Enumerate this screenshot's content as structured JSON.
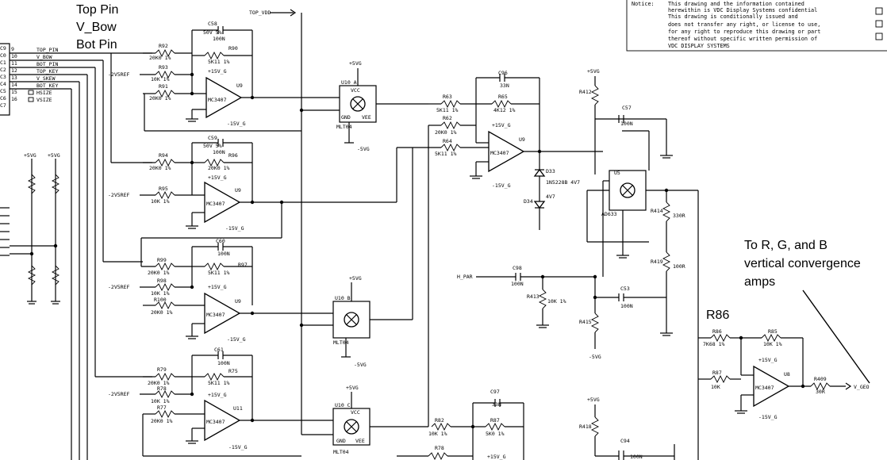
{
  "labels": {
    "top_pin": "Top Pin",
    "v_bow": "V_Bow",
    "bot_pin": "Bot Pin",
    "r86_big": "R86",
    "rgb_1": "To R, G, and B",
    "rgb_2": "vertical convergence",
    "rgb_3": "amps"
  },
  "notice": {
    "head": "Notice:",
    "lines": [
      "This drawing and the information contained",
      "herewithin is VDC Display Systems confidential",
      "This drawing is conditionally issued and",
      "does not transfer any right, or license to use,",
      "for any right to reproduce this drawing or part",
      "thereof without specific written permission of",
      "VDC DISPLAY SYSTEMS"
    ]
  },
  "nets": {
    "top_vdd": "TOP_VDD",
    "h_par": "H_PAR",
    "v_geo": "V_GEO",
    "v5vref": "-2V5REF",
    "p5vg": "+5VG",
    "m5vg": "-5VG",
    "p15": "+15V_G",
    "m15": "-15V_G"
  },
  "connector": {
    "signals": [
      "TOP_PIN",
      "V_BOW",
      "BOT_PIN",
      "TOP_KEY",
      "V_SKEW",
      "BOT_KEY",
      "HSIZE",
      "VSIZE"
    ],
    "pins": [
      "9",
      "10",
      "11",
      "12",
      "13",
      "14",
      "15",
      "16"
    ],
    "edge": [
      "C9",
      "C0",
      "C1",
      "C2",
      "C3",
      "C4",
      "C5",
      "C6",
      "C7"
    ]
  },
  "opamp": {
    "label": "MC3407",
    "u9": "U9",
    "u11": "U11",
    "u8": "U8"
  },
  "mult": {
    "name": "MLT04",
    "vcc": "VCC",
    "gnd": "GND",
    "vee": "VEE",
    "u10a": "U10 A",
    "u10b": "U10 B",
    "u10c": "U10 C",
    "u5": "U5",
    "ad633": "AD633"
  },
  "parts": {
    "r92": "R92",
    "r92v": "20K0 1%",
    "r93": "R93",
    "r93v": "10K 1%",
    "r91": "R91",
    "r91v": "20K0 1%",
    "c58": "C58",
    "c58v": "50V 5%",
    "c58c": "100N",
    "r90": "R90",
    "r90v": "5K11 1%",
    "r94": "R94",
    "r94v": "20K0 1%",
    "r95": "R95",
    "r95v": "10K 1%",
    "c59": "C59",
    "c59v": "50V 5%",
    "c59c": "100N",
    "r96": "R96",
    "r96v": "20K0 1%",
    "c60": "C60",
    "c60c": "100N",
    "r97": "R97",
    "r97v": "5K11 1%",
    "r99": "R99",
    "r99v": "20K0 1%",
    "r98": "R98",
    "r98v": "10K 1%",
    "r100": "R100",
    "r100v": "20K0 1%",
    "c61": "C61",
    "c61c": "100N",
    "r75": "R75",
    "r75v": "5K11 1%",
    "r79": "R79",
    "r79v": "20K0 1%",
    "r78": "R78",
    "r78v": "10K 1%",
    "r77": "R77",
    "r77v": "20K0 1%",
    "c96": "C96",
    "c96c": "33N",
    "r65": "R65",
    "r65v": "4K12 1%",
    "r63": "R63",
    "r63v": "5K11 1%",
    "r62": "R62",
    "r62v": "20K0 1%",
    "r64": "R64",
    "r64v": "5K11 1%",
    "d33": "D33",
    "d33v": "1N5228B 4V7",
    "d34": "D34",
    "d34v": "4V7",
    "c57": "C57",
    "c57c": "100N",
    "r412": "R412",
    "r414": "R414",
    "r414v": "330R",
    "r419": "R419",
    "r419v": "100R",
    "c98": "C98",
    "c98c": "100N",
    "r413": "R413",
    "r413v": "10K 1%",
    "c53": "C53",
    "c53c": "100N",
    "r415": "R415",
    "r86": "R86",
    "r86v": "7K68 1%",
    "r85": "R85",
    "r85v": "10K 1%",
    "r87": "R87",
    "r87v": "10K",
    "r409": "R409",
    "r409v": "30R",
    "r82": "R82",
    "r82v": "10K 1%",
    "r87b": "R87",
    "r87bv": "5K0 1%",
    "c97": "C97",
    "c97c": "33N",
    "r418": "R418",
    "c94": "C94",
    "c94c": "100N",
    "r78b": "R78"
  }
}
